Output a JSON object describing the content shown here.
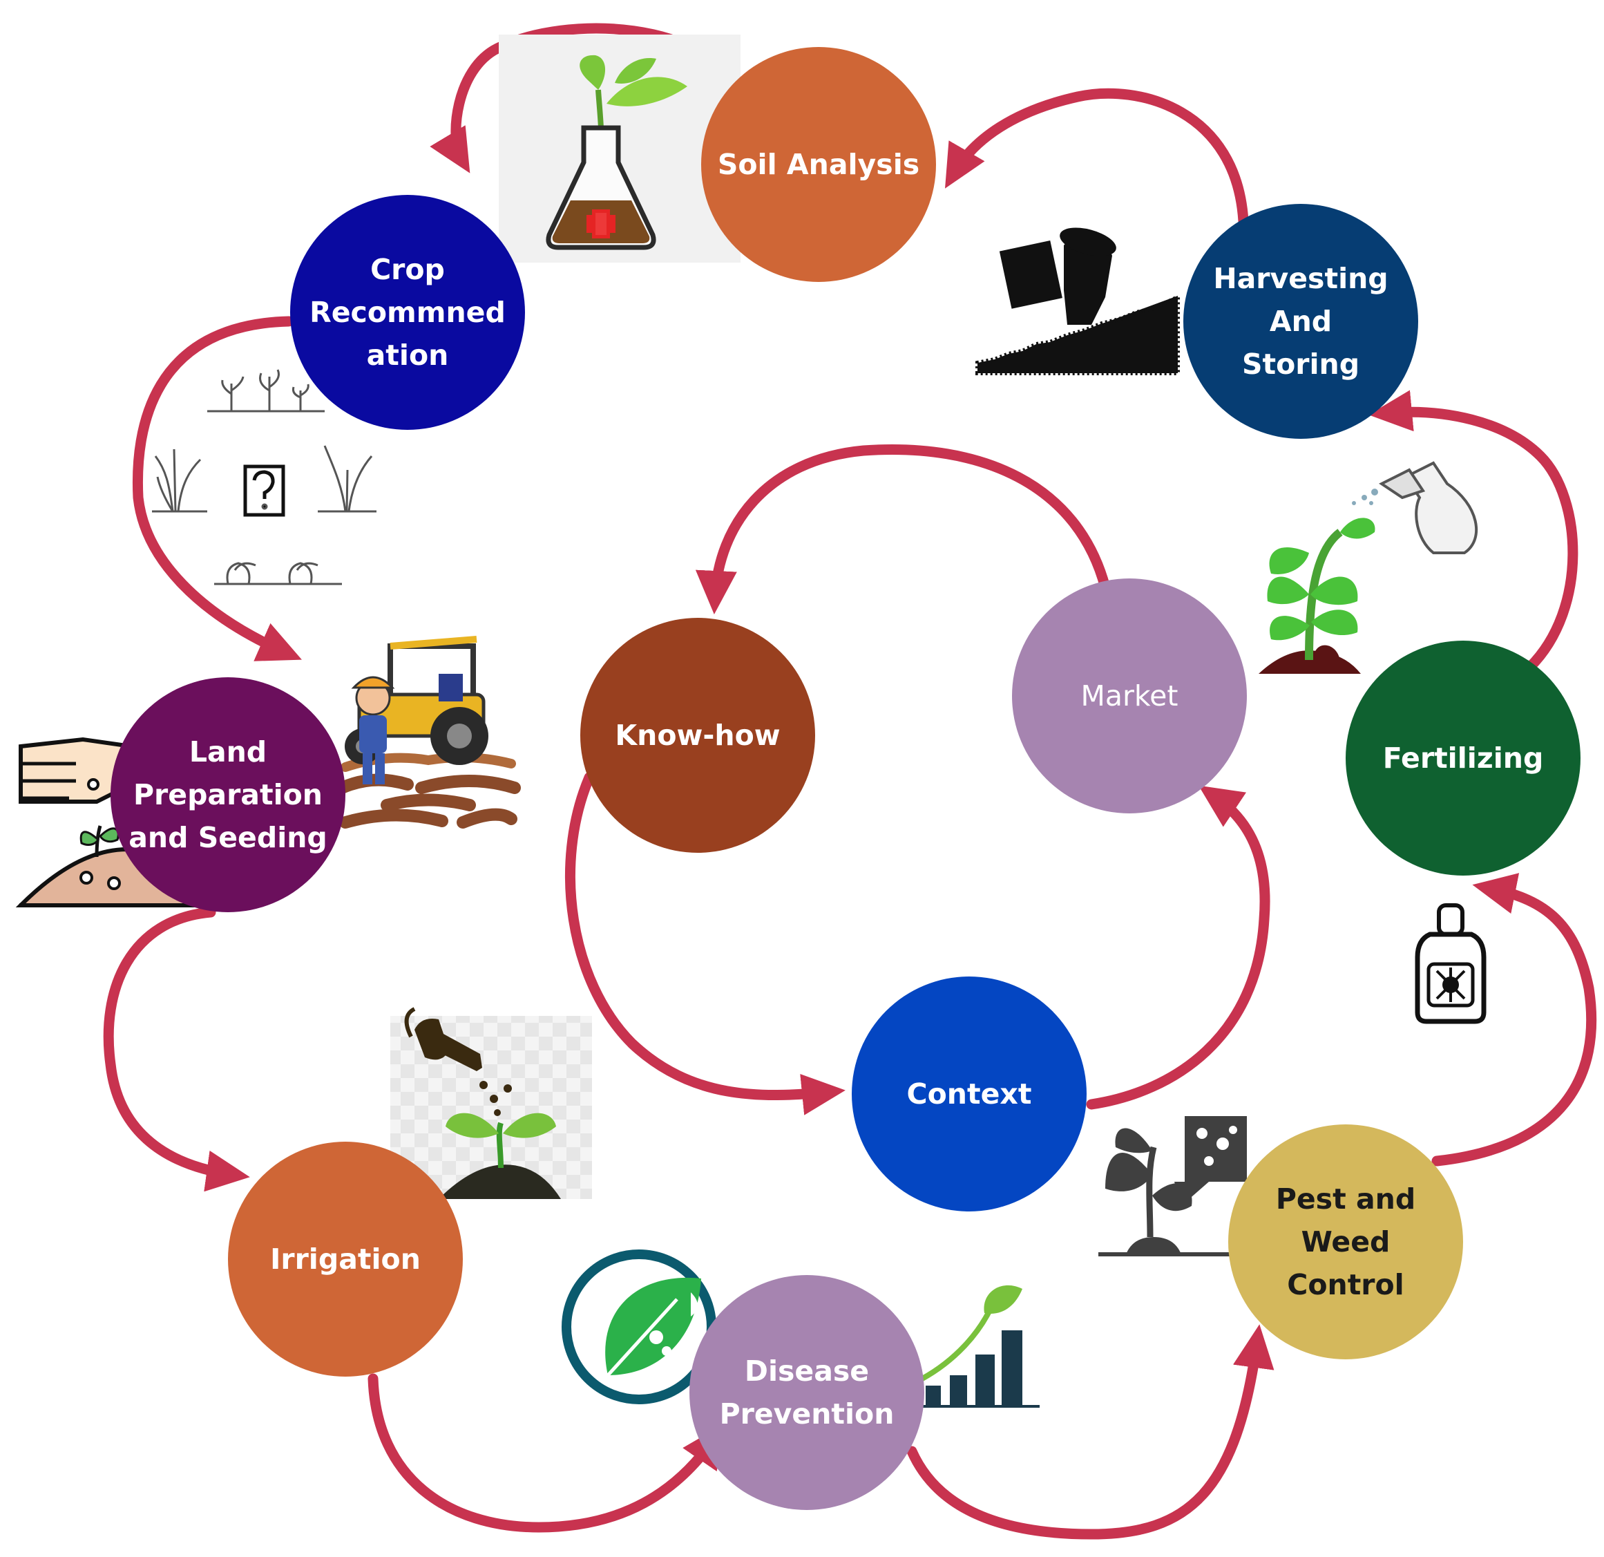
{
  "colors": {
    "arrow": "#c8334f",
    "orange": "#cf6636",
    "navy": "#0a0aa0",
    "dark_blue": "#063d73",
    "green": "#0f6130",
    "gold": "#d4b85c",
    "lavender": "#a684b0",
    "purple": "#6b0f5c",
    "brown": "#99401f",
    "blue": "#0446c2"
  },
  "nodes": {
    "soil_analysis": {
      "label": "Soil Analysis",
      "color": "#cf6636",
      "text_color": "#ffffff"
    },
    "harvesting": {
      "label": "Harvesting\nAnd\nStoring",
      "color": "#063d73",
      "text_color": "#ffffff"
    },
    "fertilizing": {
      "label": "Fertilizing",
      "color": "#0f6130",
      "text_color": "#ffffff"
    },
    "pest_weed": {
      "label": "Pest and\nWeed\nControl",
      "color": "#d4b85c",
      "text_color": "#1a1a1a"
    },
    "disease": {
      "label": "Disease\nPrevention",
      "color": "#a684b0",
      "text_color": "#ffffff"
    },
    "irrigation": {
      "label": "Irrigation",
      "color": "#cf6636",
      "text_color": "#ffffff"
    },
    "land_prep": {
      "label": "Land\nPreparation\nand Seeding",
      "color": "#6b0f5c",
      "text_color": "#ffffff"
    },
    "crop_rec": {
      "label": "Crop\nRecommned\nation",
      "color": "#0a0aa0",
      "text_color": "#ffffff"
    },
    "know_how": {
      "label": "Know-how",
      "color": "#99401f",
      "text_color": "#ffffff"
    },
    "market": {
      "label": "Market",
      "color": "#a684b0",
      "text_color": "#ffffff"
    },
    "context": {
      "label": "Context",
      "color": "#0446c2",
      "text_color": "#ffffff"
    }
  },
  "icons": {
    "flask": "flask-with-plant-icon",
    "harvest": "farmer-harvesting-icon",
    "spray": "spray-bottle-plant-icon",
    "pest_bottle": "pesticide-bottle-icon",
    "pest_plant": "pest-on-plant-icon",
    "disease_leaf": "diseased-leaf-icon",
    "growth_chart": "plant-growth-chart-icon",
    "watering": "watering-can-sprout-icon",
    "hand_seed": "hand-seeding-icon",
    "tractor": "tractor-farmer-icon",
    "crop_choice": "crop-choice-icon"
  }
}
